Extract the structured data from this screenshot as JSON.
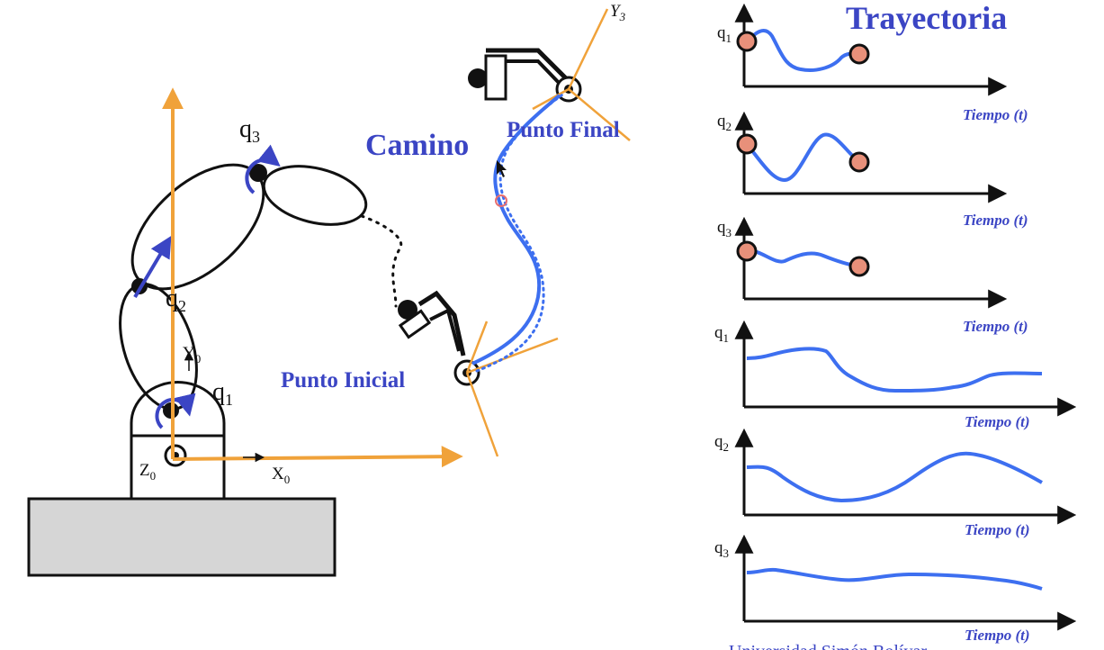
{
  "labels": {
    "trayectoria": "Trayectoria",
    "camino": "Camino",
    "punto_final": "Punto Final",
    "punto_inicial": "Punto Inicial",
    "tiempo": "Tiempo (t)",
    "q1": "q",
    "q1_sub": "1",
    "q2": "q",
    "q2_sub": "2",
    "q3": "q",
    "q3_sub": "3",
    "x0": "X",
    "x0_sub": "0",
    "y0": "Y",
    "y0_sub": "0",
    "z0": "Z",
    "z0_sub": "0",
    "y3": "Y",
    "y3_sub": "3",
    "footer": "Universidad Simón Bolívar"
  },
  "colors": {
    "blue_curve": "#3d6ff0",
    "blue_text": "#3b45c4",
    "orange_axis": "#f0a23a",
    "marker_fill": "#e8907a",
    "base_fill": "#d6d6d6"
  }
}
